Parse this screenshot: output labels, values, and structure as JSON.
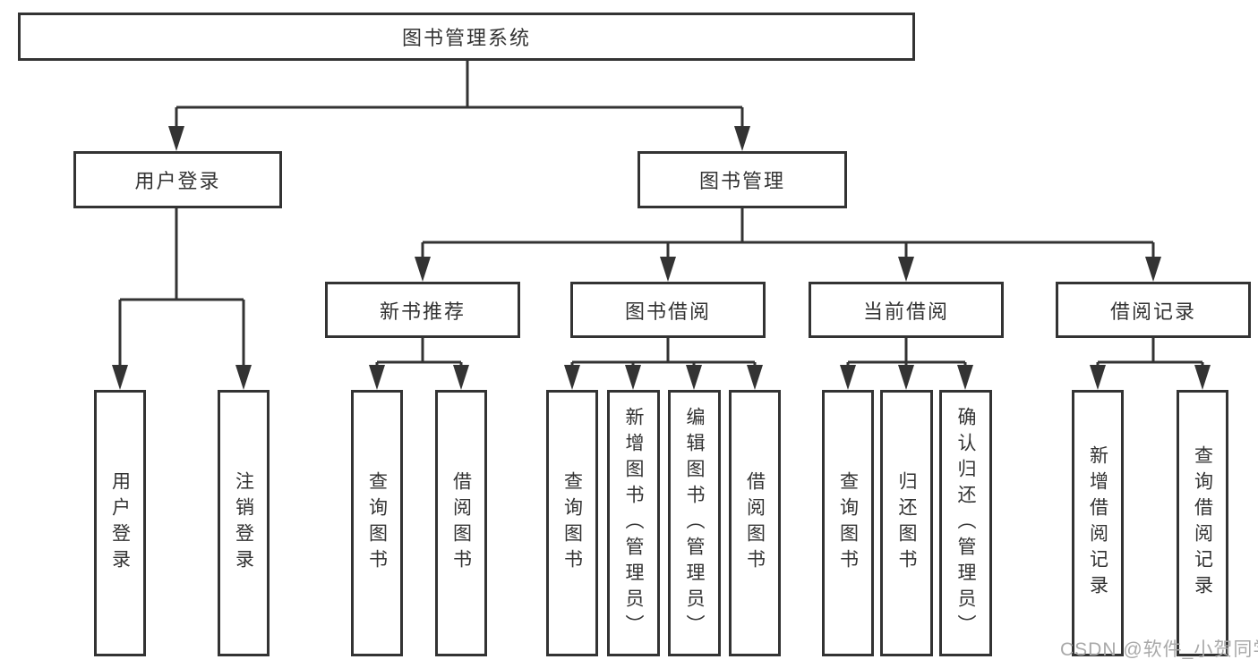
{
  "tree": {
    "root": {
      "label": "图书管理系统"
    },
    "branches": [
      {
        "label": "用户登录",
        "children": [
          {
            "label": "用户登录"
          },
          {
            "label": "注销登录"
          }
        ]
      },
      {
        "label": "图书管理",
        "children": [
          {
            "label": "新书推荐",
            "children": [
              {
                "label": "查询图书"
              },
              {
                "label": "借阅图书"
              }
            ]
          },
          {
            "label": "图书借阅",
            "children": [
              {
                "label": "查询图书"
              },
              {
                "label": "新增图书（管理员）"
              },
              {
                "label": "编辑图书（管理员）"
              },
              {
                "label": "借阅图书"
              }
            ]
          },
          {
            "label": "当前借阅",
            "children": [
              {
                "label": "查询图书"
              },
              {
                "label": "归还图书"
              },
              {
                "label": "确认归还（管理员）"
              }
            ]
          },
          {
            "label": "借阅记录",
            "children": [
              {
                "label": "新增借阅记录"
              },
              {
                "label": "查询借阅记录"
              }
            ]
          }
        ]
      }
    ]
  },
  "watermark": {
    "text": "CSDN @软件_小贺同学"
  },
  "colors": {
    "line": "#333333",
    "box_border": "#333333",
    "text": "#333333",
    "background": "#ffffff",
    "watermark": "#a9a9a9"
  }
}
